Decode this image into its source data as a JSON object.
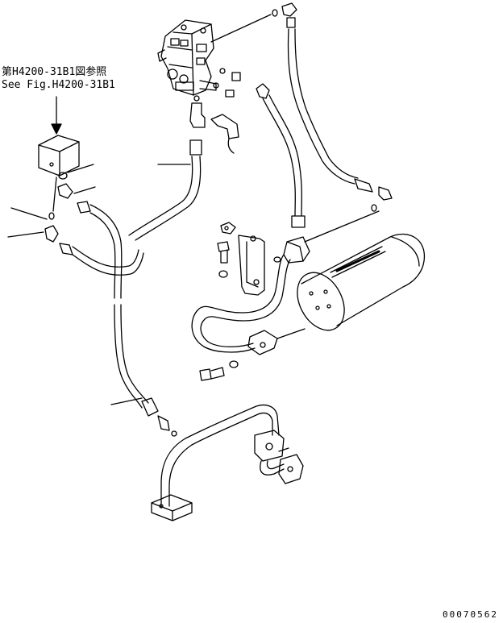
{
  "reference": {
    "japanese": "第H4200-31B1図参照",
    "english": "See Fig.H4200-31B1"
  },
  "drawing_number": "00070562",
  "colors": {
    "line": "#000000",
    "background": "#ffffff"
  }
}
